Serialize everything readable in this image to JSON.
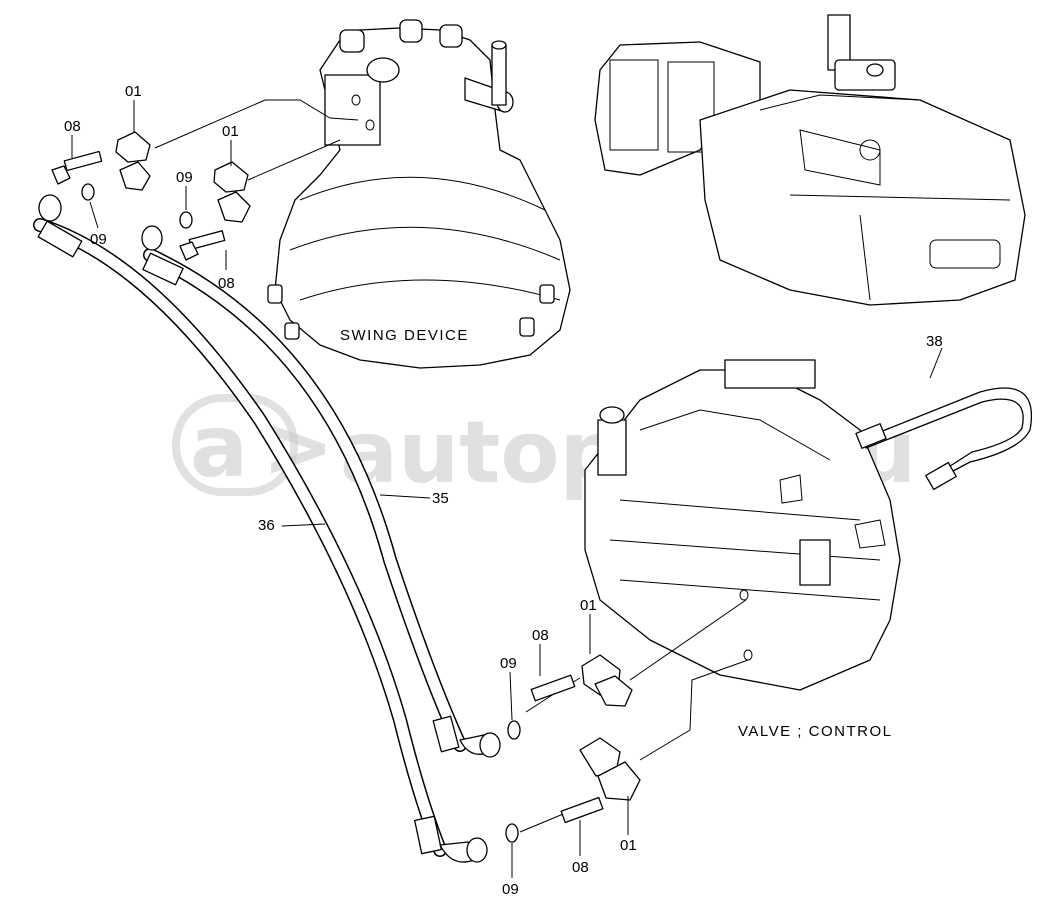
{
  "captions": {
    "swing_device": "SWING DEVICE",
    "control_valve": "VALVE ; CONTROL"
  },
  "watermark": {
    "text": "autopiter.ru"
  },
  "callouts": {
    "c01_a": "01",
    "c01_b": "01",
    "c01_c": "01",
    "c01_d": "01",
    "c08_a": "08",
    "c08_b": "08",
    "c08_c": "08",
    "c08_d": "08",
    "c09_a": "09",
    "c09_b": "09",
    "c09_c": "09",
    "c09_d": "09",
    "c35": "35",
    "c36": "36",
    "c38": "38"
  }
}
